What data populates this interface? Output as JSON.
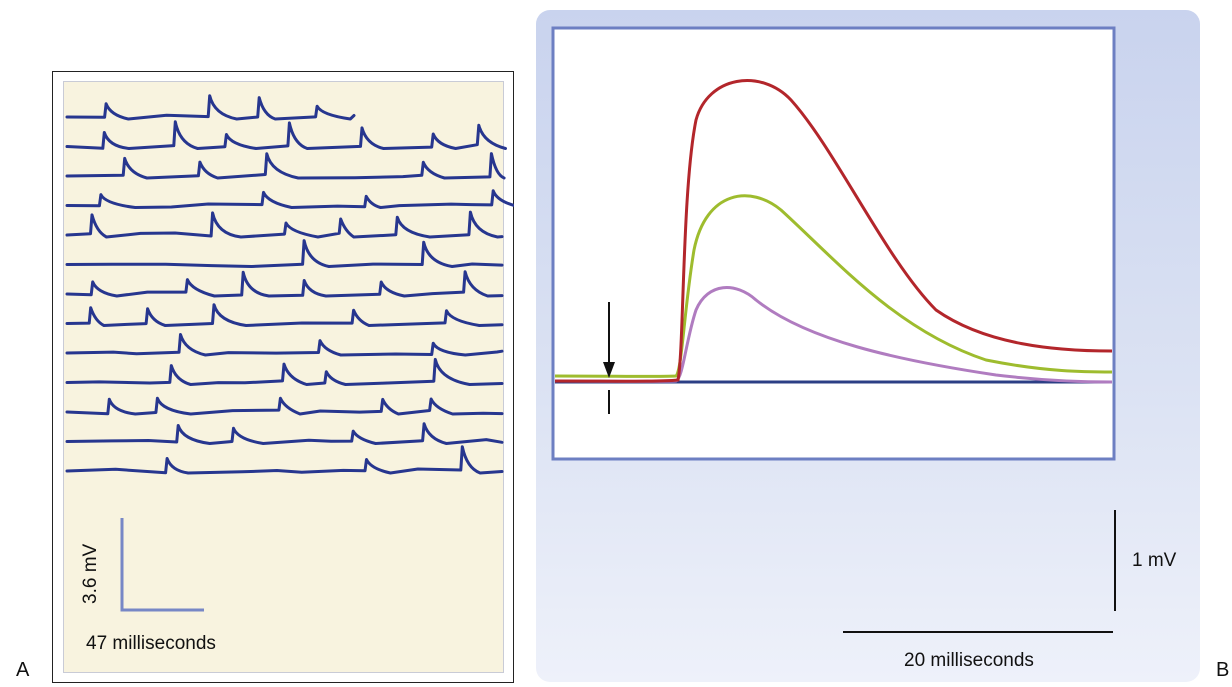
{
  "panel_a": {
    "letter": "A",
    "scale_bar": {
      "voltage_label": "3.6 mV",
      "time_label": "47 milliseconds"
    },
    "trace_count": 13,
    "colors": {
      "trace": "#27368f",
      "background": "#f8f3df",
      "scale_bar": "#7787c6"
    }
  },
  "panel_b": {
    "letter": "B",
    "scale_bar": {
      "voltage_label": "1 mV",
      "time_label": "20 milliseconds"
    },
    "stimulus_marker": "down-arrow",
    "traces": [
      {
        "color": "#b3262b",
        "relative_peak": 1.0
      },
      {
        "color": "#9ebc2e",
        "relative_peak": 0.62
      },
      {
        "color": "#b07cc0",
        "relative_peak": 0.32
      }
    ],
    "baseline_color": "#2c3f85",
    "colors": {
      "frame": "#6d7fc2"
    }
  }
}
